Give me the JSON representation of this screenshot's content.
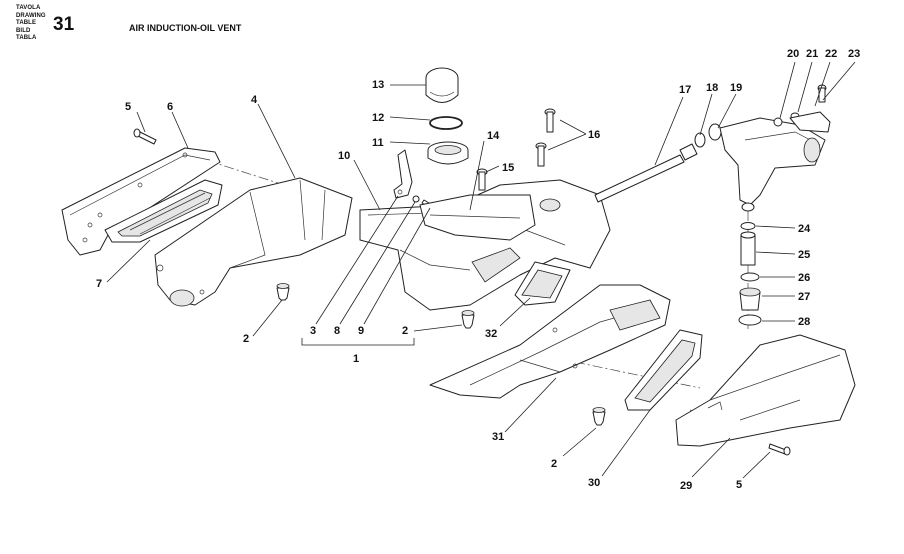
{
  "header": {
    "labels": [
      "TAVOLA",
      "DRAWING",
      "TABLE",
      "BILD",
      "TABLA"
    ],
    "table_number": "31",
    "title": "AIR INDUCTION-OIL VENT"
  },
  "callouts": [
    "1",
    "2",
    "3",
    "4",
    "5",
    "6",
    "7",
    "8",
    "9",
    "10",
    "11",
    "12",
    "13",
    "14",
    "15",
    "16",
    "17",
    "18",
    "19",
    "20",
    "21",
    "22",
    "23",
    "24",
    "25",
    "26",
    "27",
    "28",
    "29",
    "30",
    "31",
    "32"
  ]
}
